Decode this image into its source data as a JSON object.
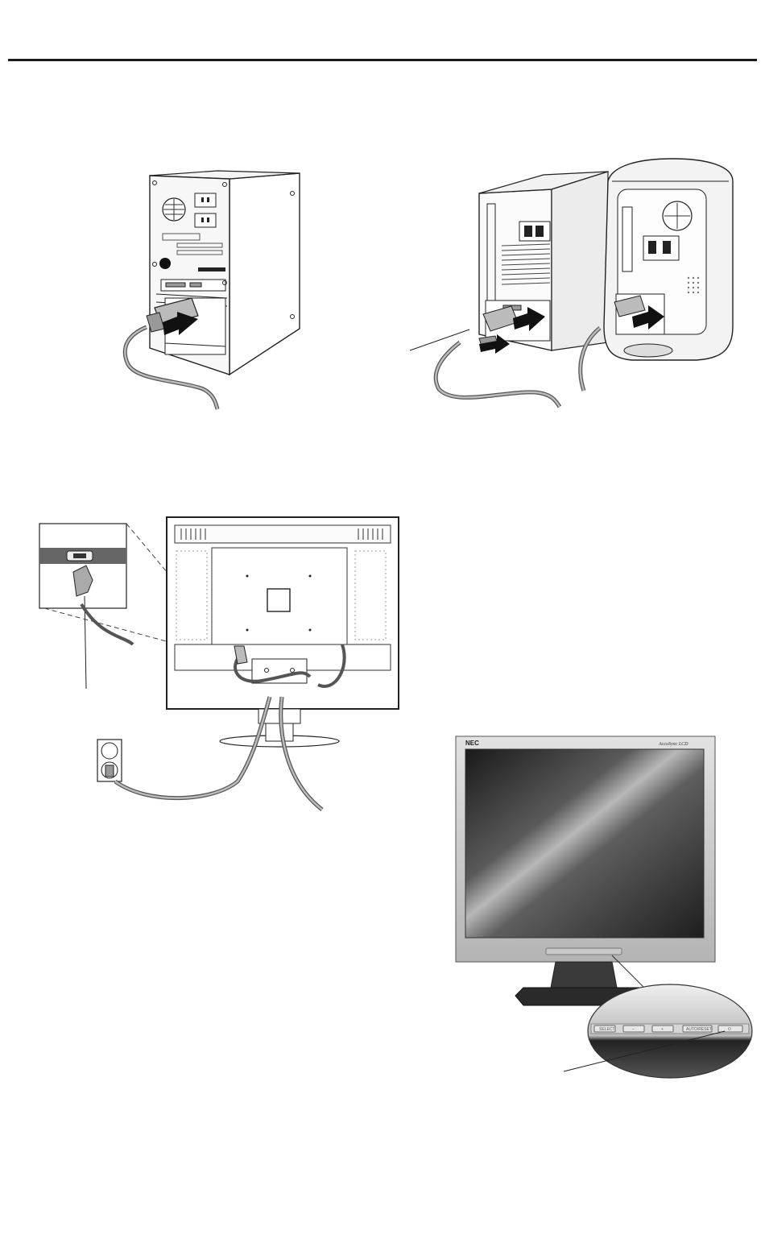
{
  "monitor": {
    "brand": "NEC",
    "model_label": "AccuSync LCD",
    "buttons": [
      "SELECT",
      "–",
      "+",
      "AUTO/RESET",
      "⏻"
    ]
  },
  "figures": [
    {
      "id": "pc-connection",
      "icon": "pc-tower-signal-cable"
    },
    {
      "id": "mac-connection",
      "icon": "mac-tower-signal-cable"
    },
    {
      "id": "monitor-rear-connection",
      "icon": "monitor-rear-power-signal-cable"
    },
    {
      "id": "monitor-front-power",
      "icon": "monitor-front-power-button"
    }
  ]
}
